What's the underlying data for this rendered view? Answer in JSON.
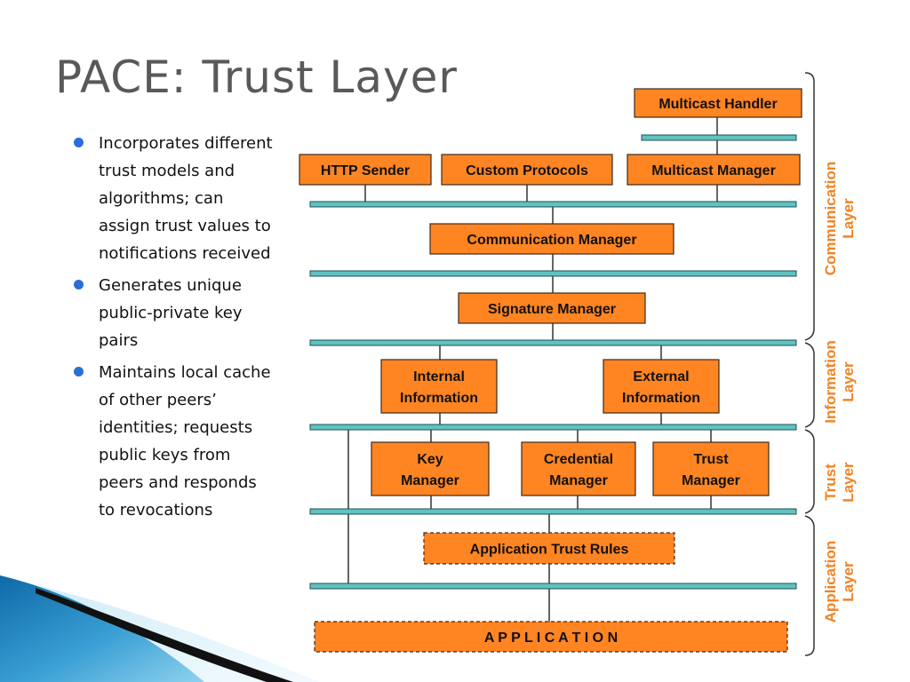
{
  "slide": {
    "title": "PACE: Trust Layer",
    "bullets": [
      "Incorporates different trust models and algorithms; can assign trust values to notifications received",
      "Generates unique public-private key pairs",
      "Maintains local cache of other peers’ identities; requests public keys from peers and responds to revocations"
    ]
  },
  "diagram": {
    "colors": {
      "box_fill": "#ff8522",
      "box_stroke": "#3d2a1a",
      "bus_fill": "#5fc3c0",
      "layer_label": "#f08424",
      "line": "#333333"
    },
    "boxes": {
      "multicast_handler": [
        "Multicast Handler"
      ],
      "http_sender": [
        "HTTP Sender"
      ],
      "custom_protocols": [
        "Custom Protocols"
      ],
      "multicast_manager": [
        "Multicast Manager"
      ],
      "communication_manager": [
        "Communication Manager"
      ],
      "signature_manager": [
        "Signature Manager"
      ],
      "internal_information": [
        "Internal",
        "Information"
      ],
      "external_information": [
        "External",
        "Information"
      ],
      "key_manager": [
        "Key",
        "Manager"
      ],
      "credential_manager": [
        "Credential",
        "Manager"
      ],
      "trust_manager": [
        "Trust",
        "Manager"
      ],
      "application_trust_rules": [
        "Application Trust Rules"
      ],
      "application": [
        "A P P L I C A T I O N"
      ]
    },
    "layers": {
      "communication": [
        "Communication",
        "Layer"
      ],
      "information": [
        "Information",
        "Layer"
      ],
      "trust": [
        "Trust",
        "Layer"
      ],
      "application": [
        "Application",
        "Layer"
      ]
    }
  }
}
